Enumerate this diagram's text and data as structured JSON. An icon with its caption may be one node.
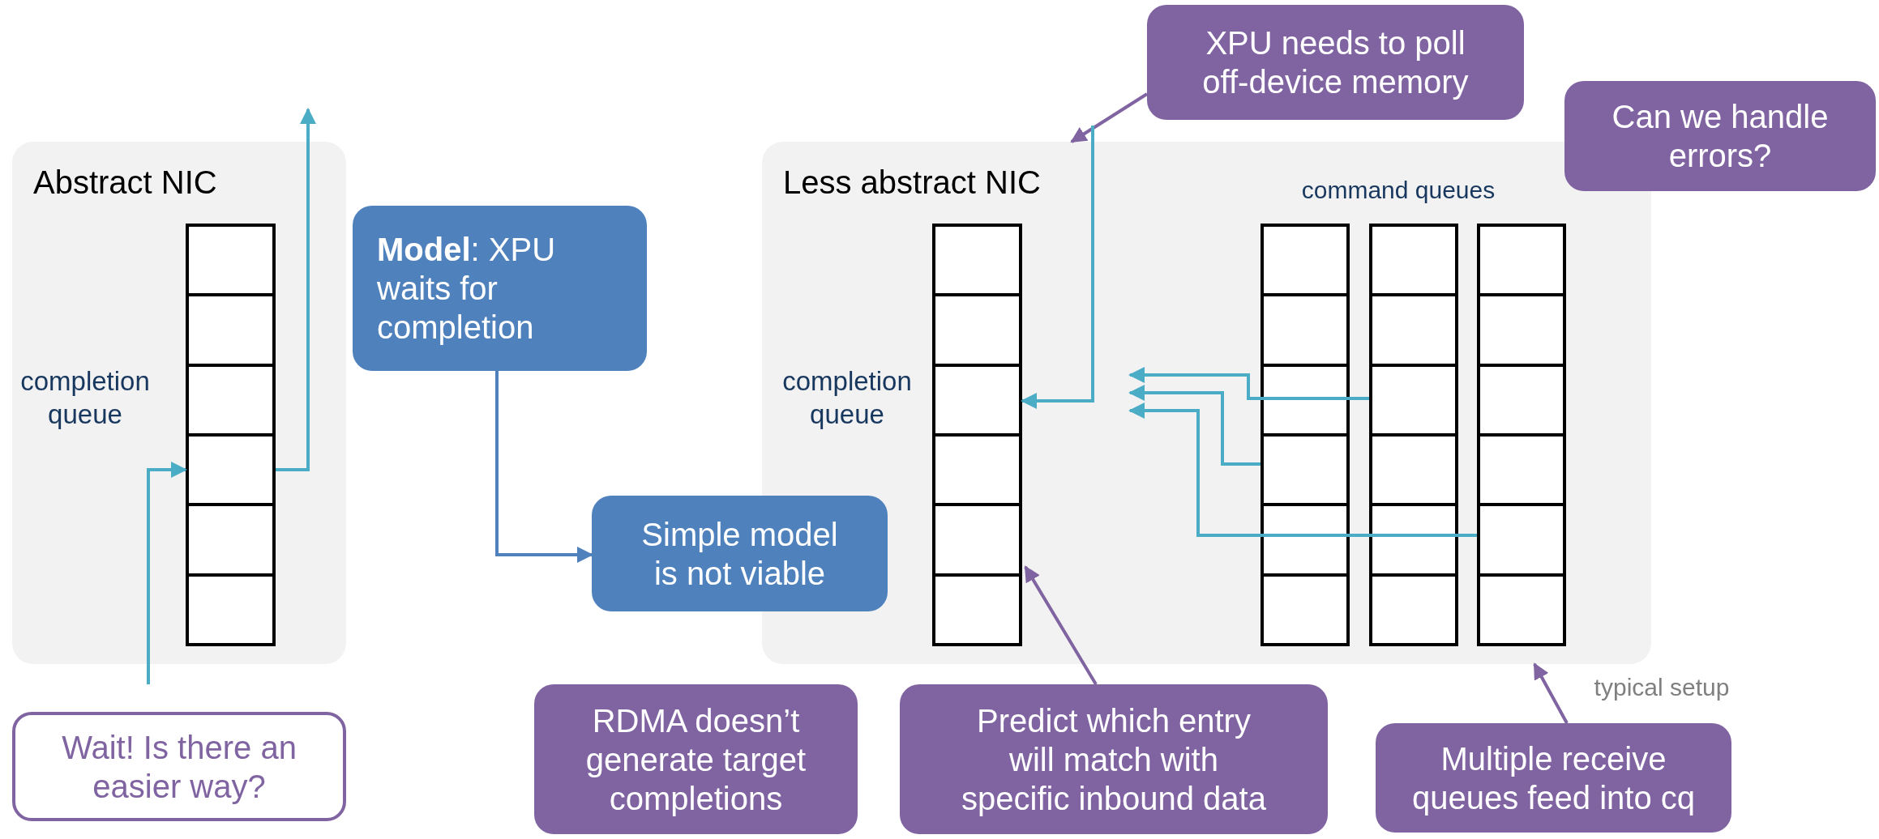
{
  "diagram": {
    "nodes": [
      {
        "text": [
          "Abstract NIC"
        ]
      },
      {
        "text": [],
        "shape": "box",
        "in": 0,
        "beside": [
          "completion queue"
        ]
      },
      {
        "text": [
          "Wait! Is there an easier way?"
        ]
      },
      {
        "text": [
          "**Model**: XPU waits for completion"
        ]
      },
      {
        "text": [
          "Simple model is not viable"
        ]
      },
      {
        "text": [
          "XPU needs to poll off-device memory"
        ]
      },
      {
        "text": [
          "Can we handle errors?"
        ]
      },
      {
        "text": [
          "Less abstract NIC"
        ]
      },
      {
        "text": [],
        "shape": "box",
        "in": 7,
        "beside": [
          "completion queue"
        ]
      },
      {
        "text": [],
        "shape": "box",
        "in": 7
      },
      {
        "text": [],
        "shape": "box",
        "in": 7
      },
      {
        "text": [],
        "shape": "box",
        "in": 7
      },
      {
        "text": [
          "RDMA doesn’t generate target completions"
        ]
      },
      {
        "text": [
          "Predict which entry will match with specific inbound data"
        ]
      },
      {
        "text": [
          "Multiple receive queues feed into cq"
        ]
      }
    ],
    "edges": [
      {
        "from": null,
        "to": 1,
        "arrow": "to"
      },
      {
        "from": 1,
        "to": null,
        "arrow": "to"
      },
      {
        "from": 3,
        "to": 4,
        "arrow": "to",
        "color": "#4f81bd"
      },
      {
        "from": 5,
        "to": 7,
        "arrow": "to",
        "color": "#8064a2"
      },
      {
        "from": null,
        "to": 8,
        "arrow": "to"
      },
      {
        "from": 10,
        "to": null,
        "arrow": "to"
      },
      {
        "from": 9,
        "to": null,
        "arrow": "to"
      },
      {
        "from": 11,
        "to": null,
        "arrow": "to"
      },
      {
        "from": 13,
        "to": 8,
        "arrow": "to",
        "color": "#8064a2"
      },
      {
        "from": 14,
        "to": 7,
        "arrow": "to",
        "color": "#8064a2"
      }
    ],
    "labels": [
      "command queues",
      "typical setup"
    ]
  }
}
